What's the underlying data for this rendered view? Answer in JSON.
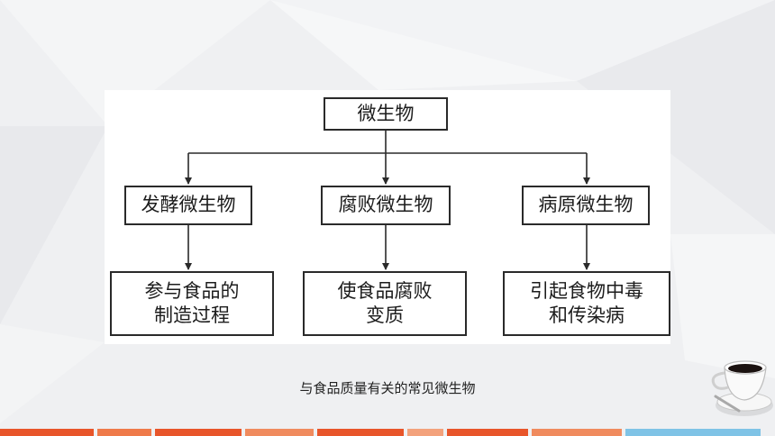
{
  "diagram": {
    "root": {
      "label": "微生物"
    },
    "categories": [
      {
        "label": "发酵微生物",
        "effect": "参与食品的\n制造过程"
      },
      {
        "label": "腐败微生物",
        "effect": "使食品腐败\n变质"
      },
      {
        "label": "病原微生物",
        "effect": "引起食物中毒\n和传染病"
      }
    ]
  },
  "caption": "与食品质量有关的常见微生物",
  "colors": {
    "background": "#eff0f2",
    "panel": "#ffffff",
    "border": "#2a2a2a",
    "accent_orange": "#e8552a",
    "accent_blue": "#7fc3e6"
  },
  "icons": {
    "cup": "coffee-cup-icon"
  }
}
